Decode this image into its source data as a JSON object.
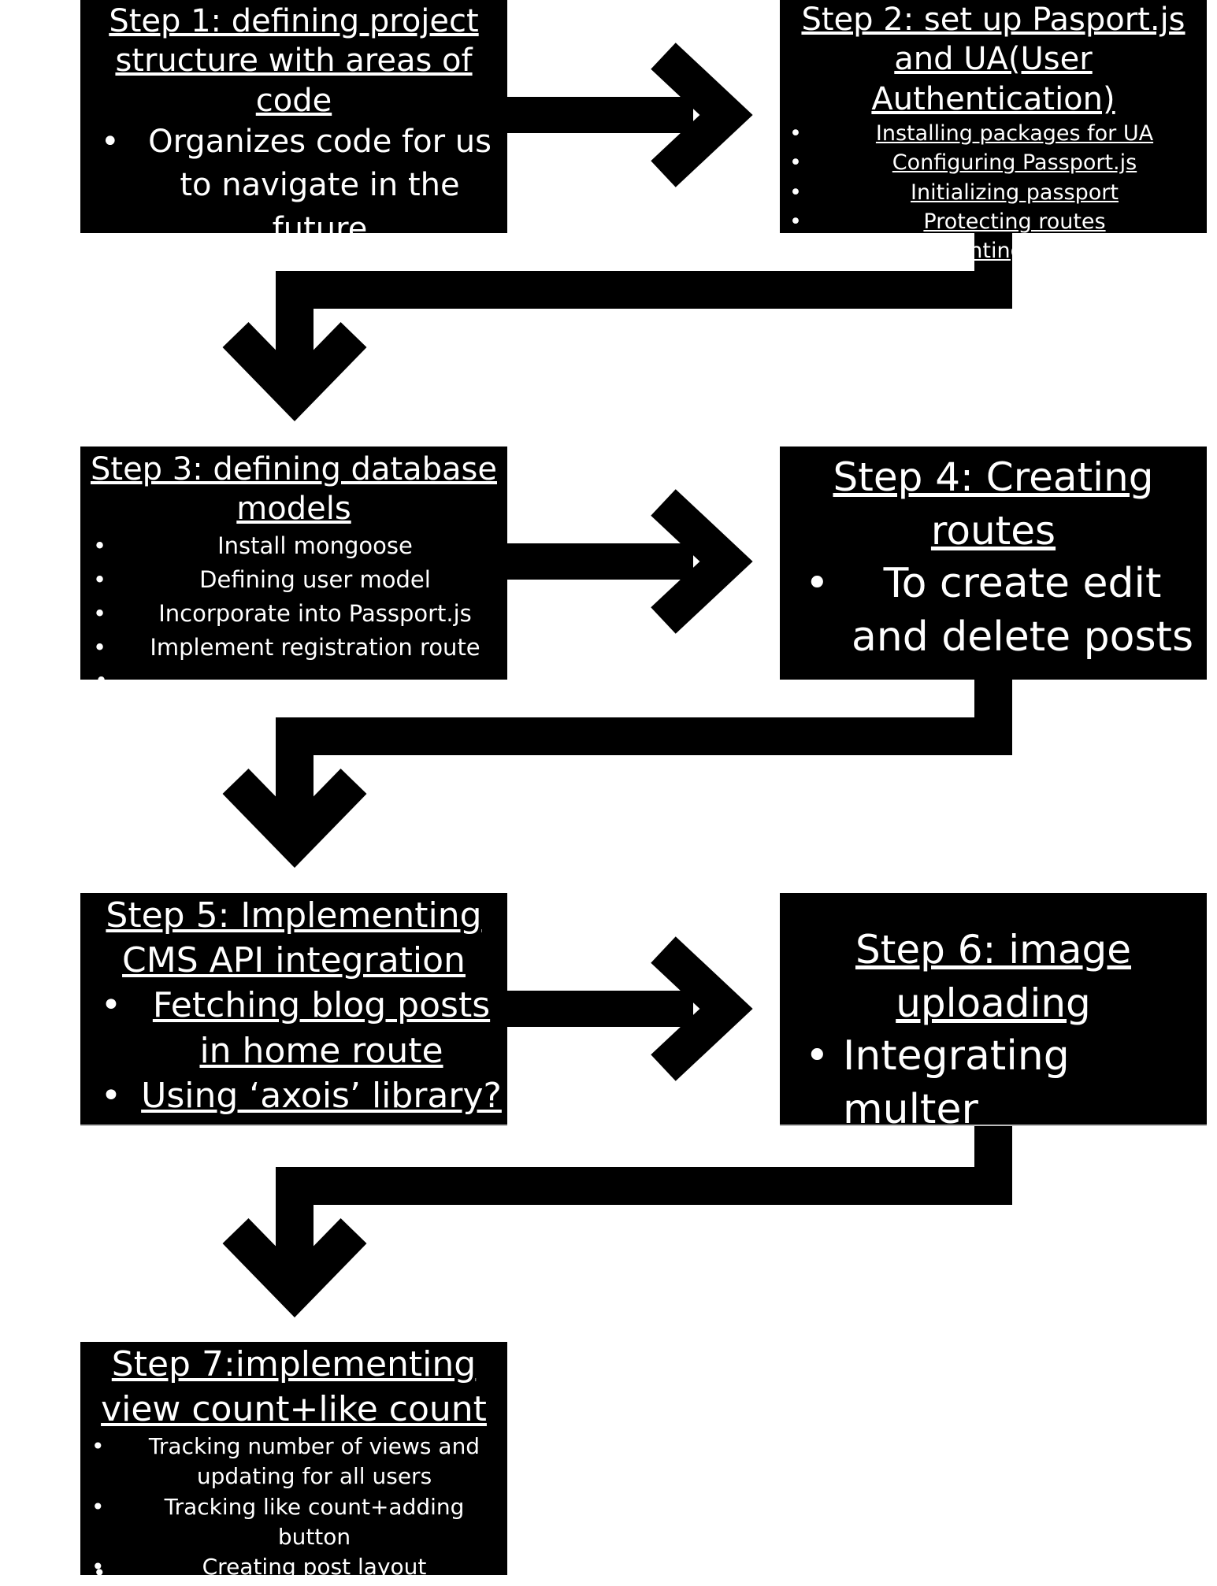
{
  "colors": {
    "box": "#000000",
    "text": "#ffffff",
    "arrow": "#000000",
    "background": "#ffffff"
  },
  "steps": [
    {
      "title": "Step 1: defining project structure with areas of code",
      "bullets": [
        "Organizes code for us to navigate in the future"
      ]
    },
    {
      "title": "Step 2: set up Pasport.js and UA(User Authentication)",
      "bullets": [
        "Installing packages for UA",
        "Configuring Passport.js",
        "Initializing passport",
        "Protecting routes",
        "Implementing registration"
      ]
    },
    {
      "title": "Step 3: defining database models",
      "bullets": [
        "Install mongoose",
        "Defining user model",
        "Incorporate into Passport.js",
        "Implement registration route"
      ]
    },
    {
      "title": "Step 4: Creating routes",
      "bullets": [
        "To create edit and delete posts"
      ]
    },
    {
      "title": "Step 5: Implementing CMS API integration",
      "bullets": [
        "Fetching blog posts in home route",
        "Using ‘axois’ library?"
      ]
    },
    {
      "title": "Step 6: image uploading",
      "bullets": [
        "Integrating multer"
      ]
    },
    {
      "title": "Step 7:implementing view count+like count",
      "bullets": [
        "Tracking number of views and updating for all users",
        "Tracking like count+adding button",
        "Creating post layout"
      ]
    }
  ]
}
